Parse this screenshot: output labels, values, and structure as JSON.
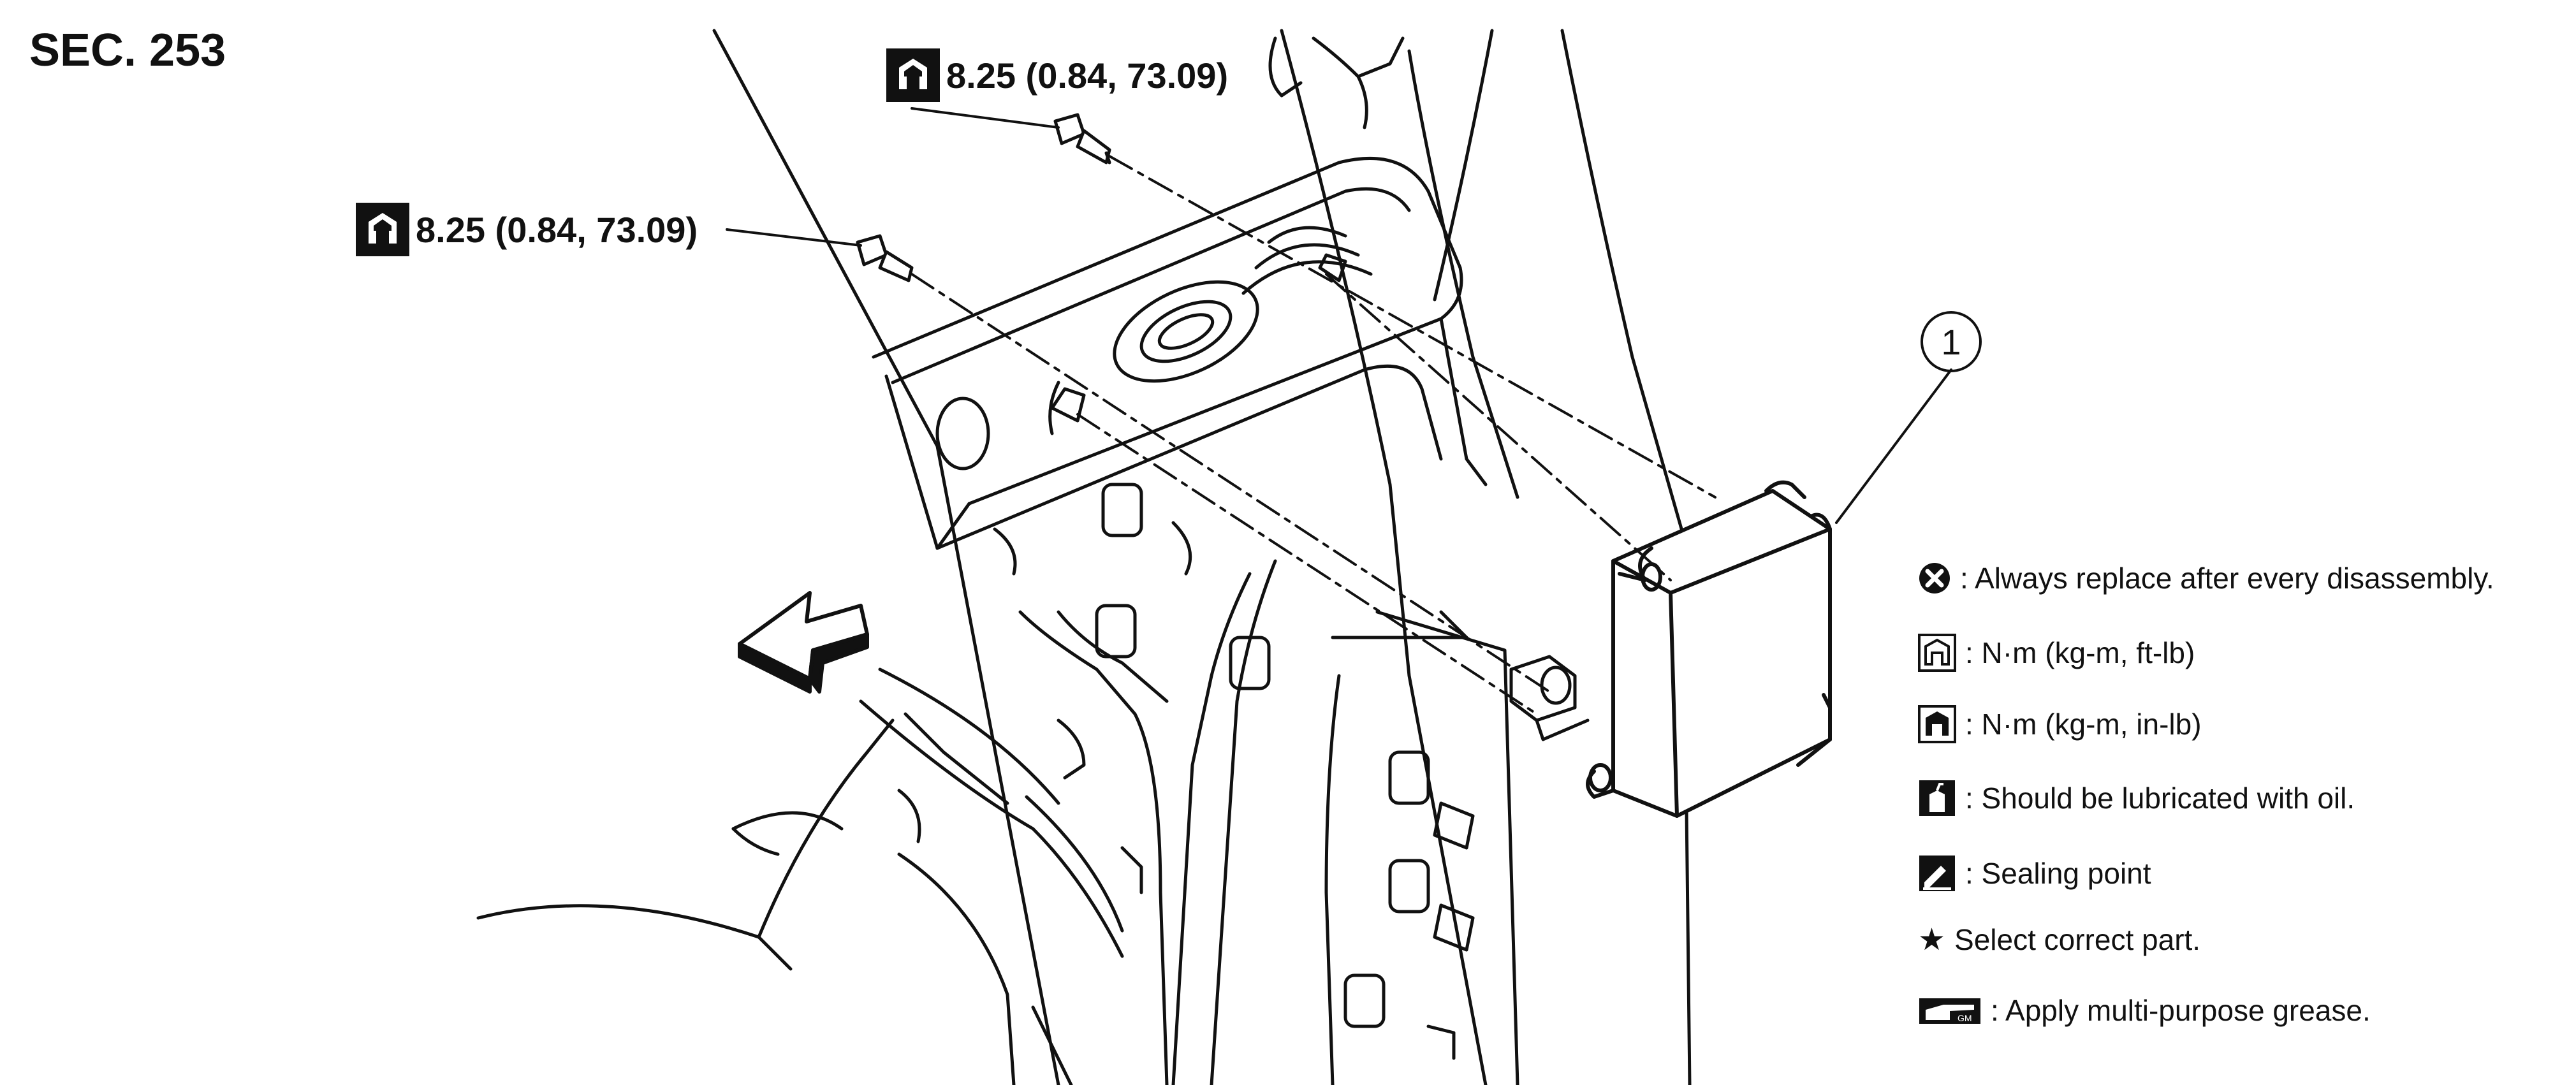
{
  "section": "SEC. 253",
  "torque_callouts": [
    {
      "icon": "torque-wrench-in-lb-icon",
      "value": "8.25 (0.84, 73.09)"
    },
    {
      "icon": "torque-wrench-in-lb-icon",
      "value": "8.25 (0.84, 73.09)"
    }
  ],
  "part_callout": "1",
  "legend": {
    "replace": ": Always replace after every disassembly.",
    "torque_ftlb": ": N·m (kg-m, ft-lb)",
    "torque_inlb": ": N·m (kg-m, in-lb)",
    "oil": ": Should be lubricated with oil.",
    "sealing": ": Sealing point",
    "select": "Select correct part.",
    "grease": ": Apply multi-purpose grease."
  },
  "colors": {
    "ink": "#111111",
    "background": "#ffffff"
  }
}
